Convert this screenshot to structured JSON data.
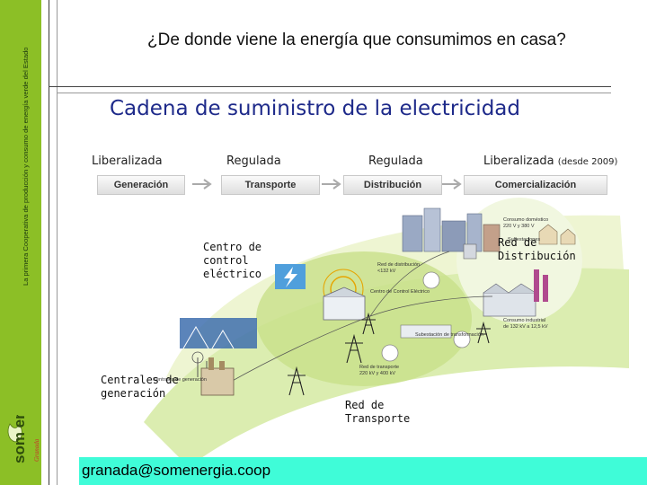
{
  "sidebar": {
    "text": "La primera Cooperativa de producción y consumo de energía verde del Estado"
  },
  "header": {
    "title": "¿De donde viene la energía que consumimos en casa?"
  },
  "subtitle": "Cadena de suministro de la electricidad",
  "regimes": [
    {
      "label": "Liberalizada"
    },
    {
      "label": "Regulada"
    },
    {
      "label": "Regulada"
    },
    {
      "label": "Liberalizada",
      "note": "(desde 2009)"
    }
  ],
  "stages": [
    "Generación",
    "Transporte",
    "Distribución",
    "Comercialización"
  ],
  "callouts": {
    "control": "Centro de\ncontrol\neléctrico",
    "distribution": "Red de\nDistribución",
    "generation": "Centrales de\ngeneración",
    "transport": "Red de\nTransporte"
  },
  "diagram_labels": {
    "consumo_domestico": "Consumo doméstico",
    "consumo_domestico_v": "220 V y 380 V",
    "subestaciones": "Subestaciones",
    "red_distribucion": "Red de distribución",
    "red_distribucion_kv": "<132 kV",
    "centro_control": "Centro de Control Eléctrico",
    "subestacion_transformacion": "Subestación de transformación",
    "consumo_industrial": "Consumo industrial",
    "consumo_industrial_kv": "de 132 kV a 12,5 kV",
    "red_transporte": "Red de transporte",
    "red_transporte_kv": "220 kV y 400 kV",
    "centrales": "Centrales de generación"
  },
  "footer": {
    "email": "granada@somenergia.coop"
  },
  "logo": {
    "text": "som energia",
    "city": "Granada"
  },
  "colors": {
    "sidebar": "#8cbf26",
    "subtitle": "#1e2a8a",
    "email_bar": "#3ffcd8"
  }
}
